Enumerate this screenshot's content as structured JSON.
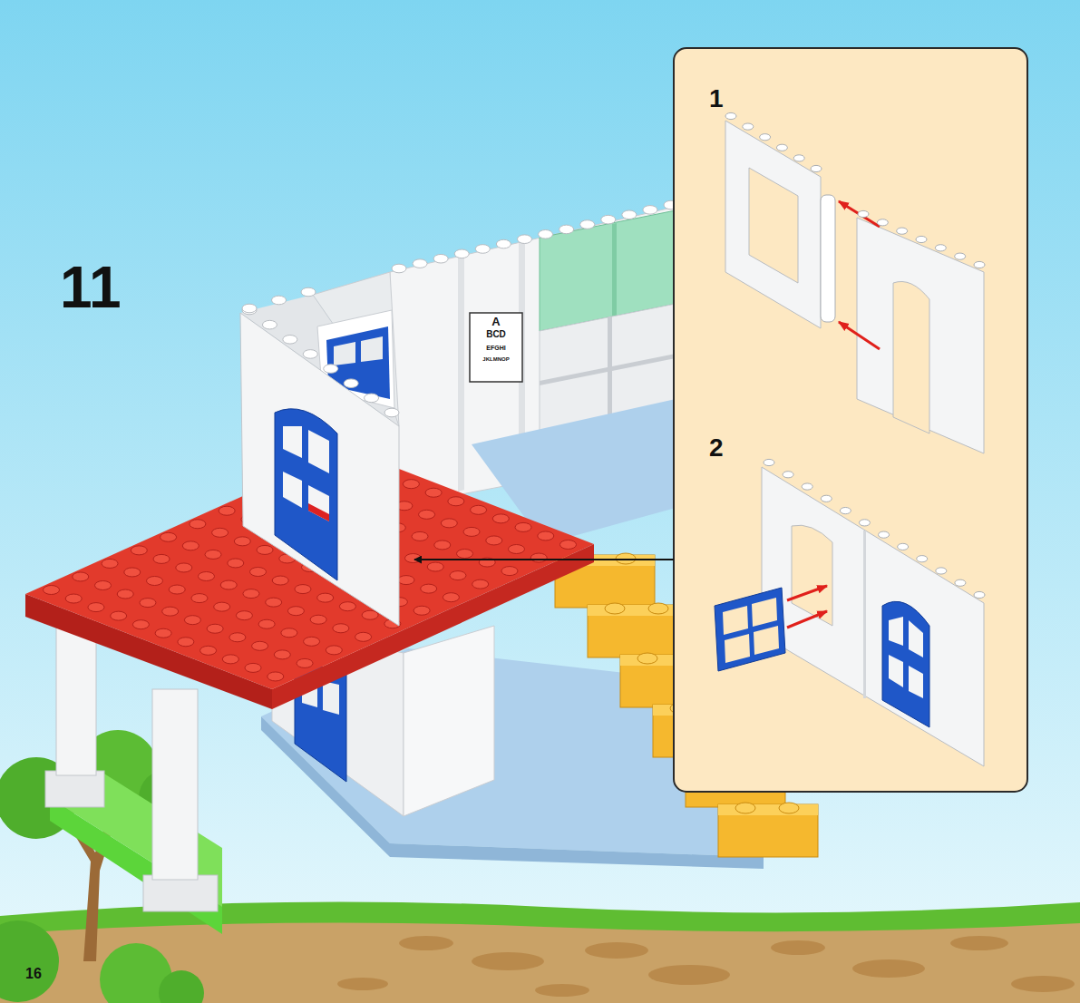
{
  "diagram": {
    "labels": [
      "11",
      "1",
      "2",
      "A",
      "BCD",
      "EFGHI",
      "JKLMNOP",
      "16"
    ]
  }
}
